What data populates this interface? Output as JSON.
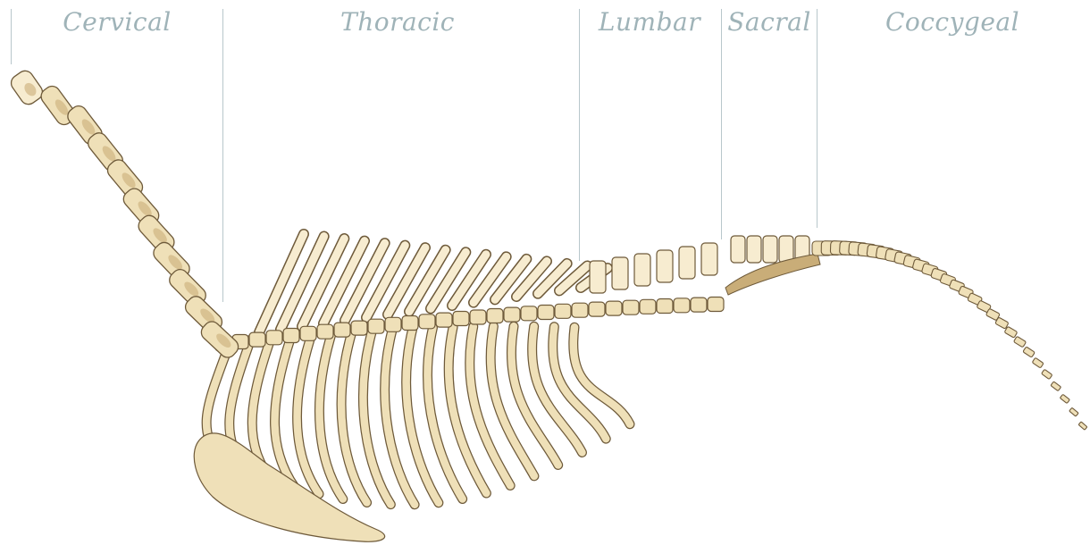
{
  "regions": [
    {
      "key": "cervical",
      "label": "Cervical"
    },
    {
      "key": "thoracic",
      "label": "Thoracic"
    },
    {
      "key": "lumbar",
      "label": "Lumbar"
    },
    {
      "key": "sacral",
      "label": "Sacral"
    },
    {
      "key": "coccygeal",
      "label": "Coccygeal"
    }
  ],
  "colors": {
    "bone_fill": "#efe0b8",
    "bone_light": "#f7ecd0",
    "bone_shade": "#c9ad78",
    "bone_outline": "#6e5a3a",
    "label": "#9fb3b8",
    "divider": "#b8c7cb"
  }
}
